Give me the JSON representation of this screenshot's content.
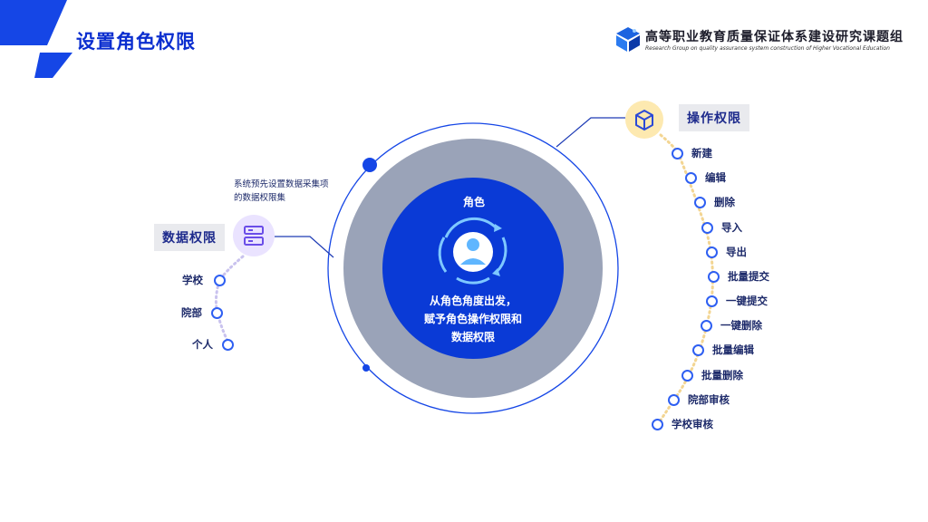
{
  "header": {
    "title": "设置角色权限",
    "org_name": "高等职业教育质量保证体系建设研究课题组",
    "org_name_en": "Research Group on quality assurance system construction of Higher Vocational Education"
  },
  "colors": {
    "brand_blue": "#0b2ecf",
    "core_blue": "#0a3ad6",
    "ring_gray": "#9aa3b8",
    "dotted_data": "#c9c2ee",
    "dotted_ops": "#f3d592"
  },
  "center": {
    "title": "角色",
    "lines": [
      "从角色角度出发，",
      "赋予角色操作权限和",
      "数据权限"
    ],
    "icon": "user-cycle-icon"
  },
  "data_permission": {
    "label": "数据权限",
    "icon": "server-icon",
    "note": "系统预先设置数据采集项的数据权限集",
    "items": [
      "学校",
      "院部",
      "个人"
    ]
  },
  "operation_permission": {
    "label": "操作权限",
    "icon": "cube-icon",
    "items": [
      "新建",
      "编辑",
      "删除",
      "导入",
      "导出",
      "批量提交",
      "一键提交",
      "一键删除",
      "批量编辑",
      "批量删除",
      "院部审核",
      "学校审核"
    ]
  }
}
